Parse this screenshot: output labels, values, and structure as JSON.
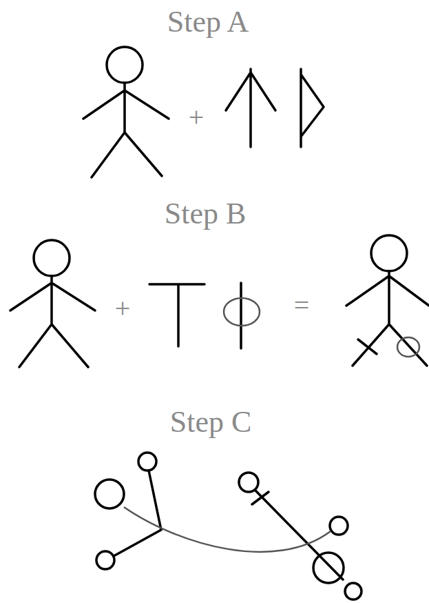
{
  "diagram": {
    "labels": [
      "Step A",
      "+",
      "Step B",
      "+",
      "=",
      "Step C"
    ]
  }
}
